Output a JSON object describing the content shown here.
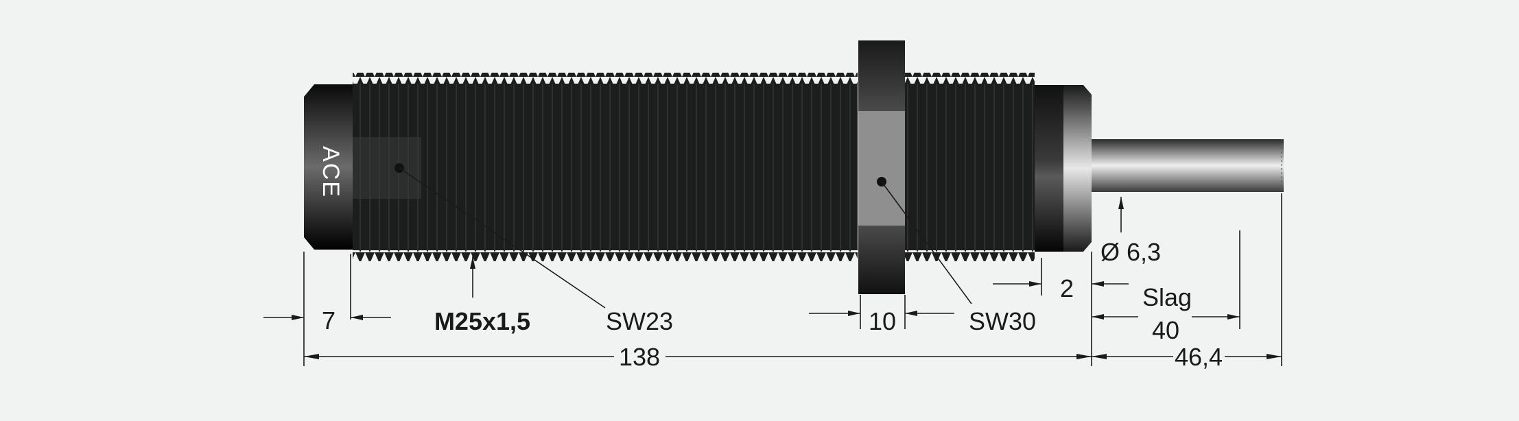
{
  "brand": "ACE",
  "colors": {
    "background": "#f1f3f2",
    "body": "#1c1e1d",
    "flat": "#8e8f8e",
    "rod": "#9a9a9a"
  },
  "labels": {
    "thread": "M25x1,5",
    "wrench_front": "SW23",
    "wrench_nut": "SW30",
    "rod_diameter": "Ø 6,3",
    "stroke_label": "Slag"
  },
  "dimensions": {
    "cap_length": "7",
    "nut_width": "10",
    "end_step": "2",
    "stroke": "40",
    "body_length": "138",
    "rod_extension": "46,4"
  }
}
